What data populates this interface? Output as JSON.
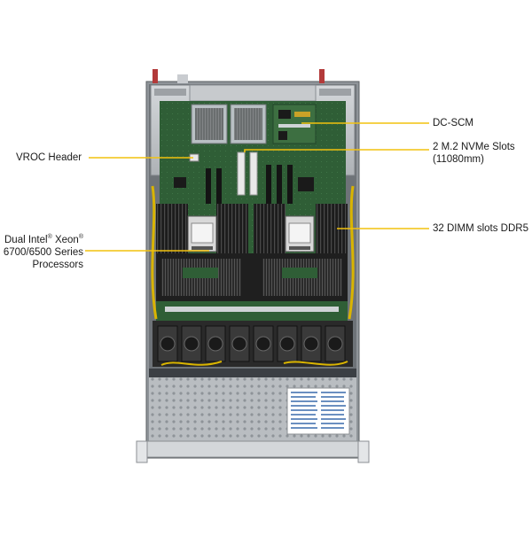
{
  "callouts": {
    "vroc_header": "VROC Header",
    "dc_scm": "DC-SCM",
    "nvme_line1": "2 M.2 NVMe Slots",
    "nvme_line2": "(11080mm)",
    "dimm_slots": "32 DIMM slots DDR5",
    "processors_line1_prefix": "Dual Intel",
    "processors_line1_sup1": "®",
    "processors_line1_mid": " Xeon",
    "processors_line1_sup2": "®",
    "processors_line2": "6700/6500 Series",
    "processors_line3": "Processors"
  },
  "colors": {
    "callout_line": "#f2c20f",
    "chassis_metal": "#9ea3a8",
    "motherboard_green": "#2f5e36",
    "dimm_black": "#1e1e1e",
    "label_text": "#1a1a1a"
  }
}
